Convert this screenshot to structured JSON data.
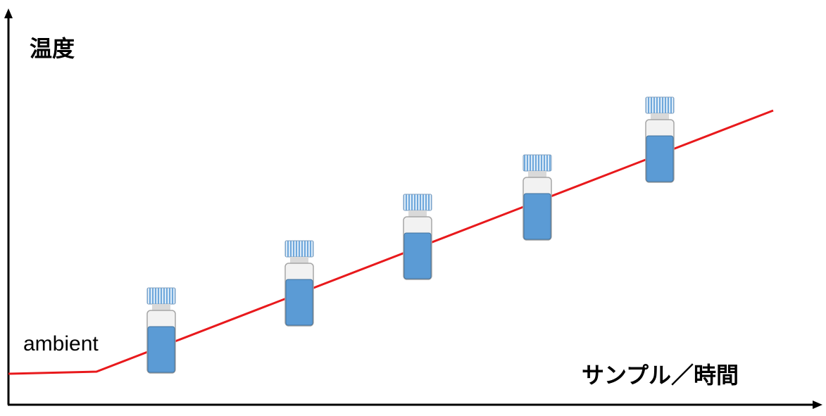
{
  "labels": {
    "y_axis": "温度",
    "baseline": "ambient",
    "x_axis": "サンプル／時間"
  },
  "colors": {
    "axis": "#000000",
    "temperature_line": "#e8191c",
    "vial_liquid": "#5b9bd5",
    "vial_body": "#f2f2f2",
    "vial_cap": "#bdd7ee"
  },
  "vials": [
    {
      "id": 1
    },
    {
      "id": 2
    },
    {
      "id": 3
    },
    {
      "id": 4
    },
    {
      "id": 5
    }
  ]
}
